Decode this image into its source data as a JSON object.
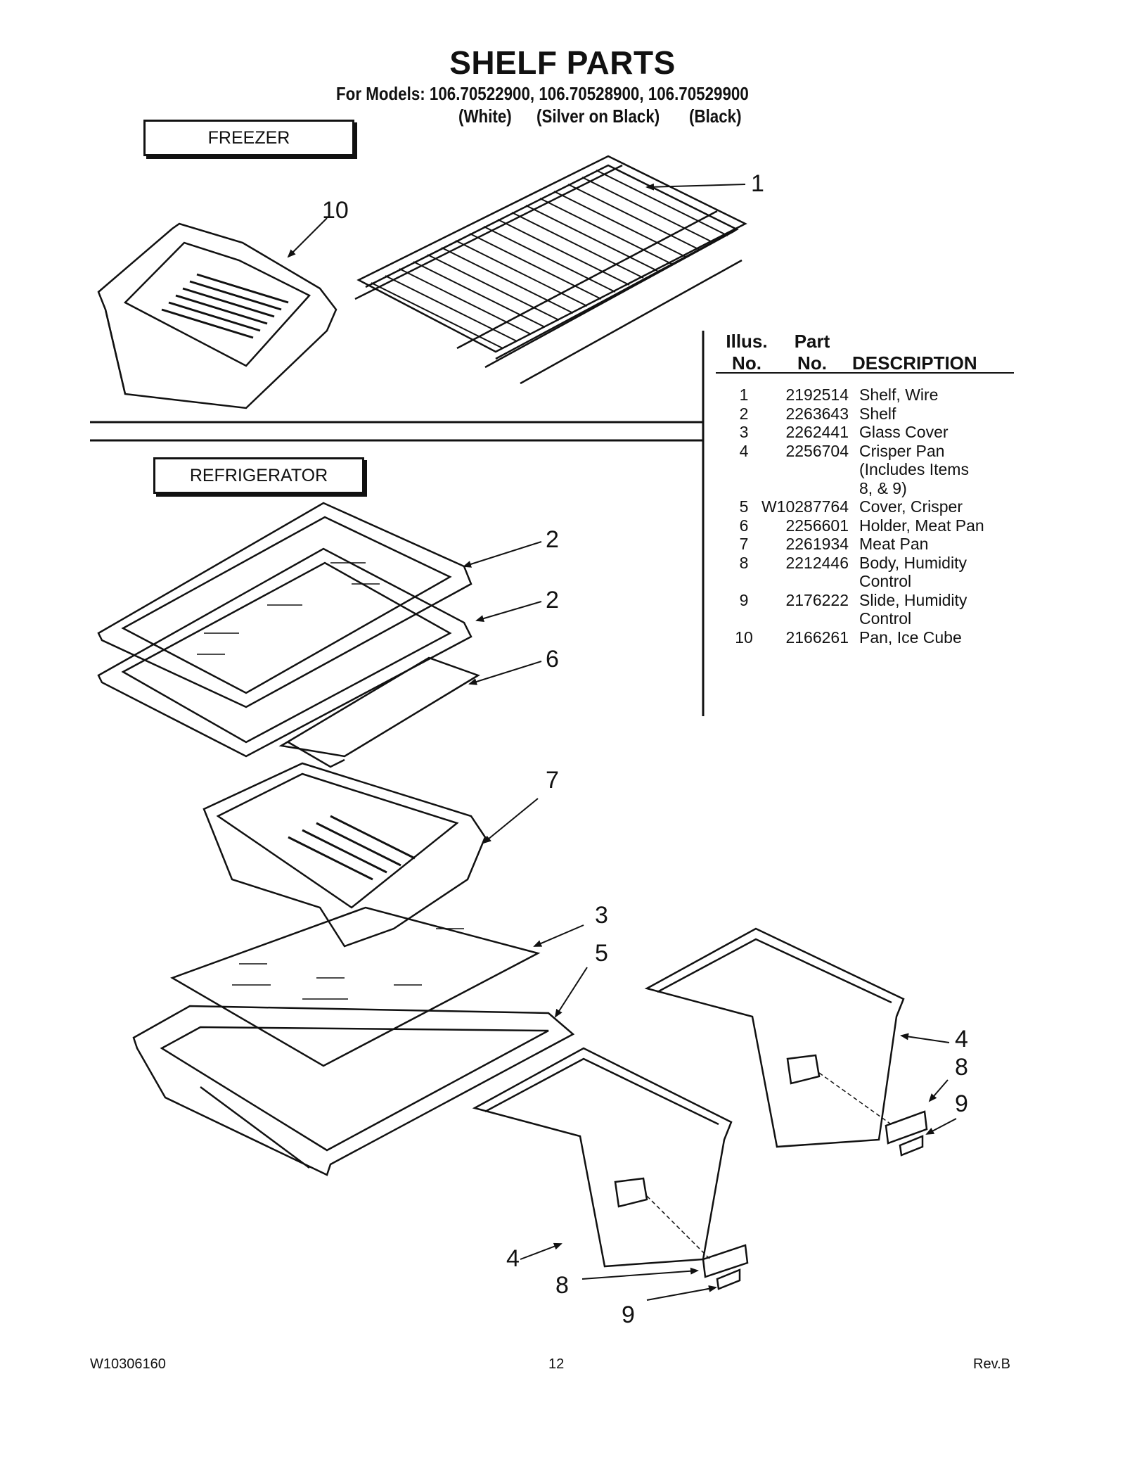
{
  "page": {
    "title": "SHELF PARTS",
    "models_line": "For Models: 106.70522900, 106.70528900, 106.70529900",
    "model_colors": [
      "(White)",
      "(Silver on Black)",
      "(Black)"
    ]
  },
  "sections": {
    "freezer": "FREEZER",
    "refrigerator": "REFRIGERATOR"
  },
  "parts_table": {
    "headers": {
      "illus_line1": "Illus.",
      "illus_line2": "No.",
      "part_line1": "Part",
      "part_line2": "No.",
      "description": "DESCRIPTION"
    },
    "rows": [
      {
        "illus": "1",
        "part": "2192514",
        "desc": [
          "Shelf, Wire"
        ]
      },
      {
        "illus": "2",
        "part": "2263643",
        "desc": [
          "Shelf"
        ]
      },
      {
        "illus": "3",
        "part": "2262441",
        "desc": [
          "Glass Cover"
        ]
      },
      {
        "illus": "4",
        "part": "2256704",
        "desc": [
          "Crisper Pan",
          "(Includes Items",
          "8, & 9)"
        ]
      },
      {
        "illus": "5",
        "part": "W10287764",
        "desc": [
          "Cover, Crisper"
        ]
      },
      {
        "illus": "6",
        "part": "2256601",
        "desc": [
          "Holder, Meat Pan"
        ]
      },
      {
        "illus": "7",
        "part": "2261934",
        "desc": [
          "Meat Pan"
        ]
      },
      {
        "illus": "8",
        "part": "2212446",
        "desc": [
          "Body, Humidity",
          "Control"
        ]
      },
      {
        "illus": "9",
        "part": "2176222",
        "desc": [
          "Slide, Humidity",
          "Control"
        ]
      },
      {
        "illus": "10",
        "part": "2166261",
        "desc": [
          "Pan, Ice Cube"
        ]
      }
    ]
  },
  "callouts": {
    "c1": "1",
    "c10": "10",
    "c2a": "2",
    "c2b": "2",
    "c6": "6",
    "c7": "7",
    "c3": "3",
    "c5": "5",
    "c4a": "4",
    "c8a": "8",
    "c9a": "9",
    "c4b": "4",
    "c8b": "8",
    "c9b": "9"
  },
  "footer": {
    "doc_number": "W10306160",
    "page_number": "12",
    "revision": "Rev.B"
  }
}
